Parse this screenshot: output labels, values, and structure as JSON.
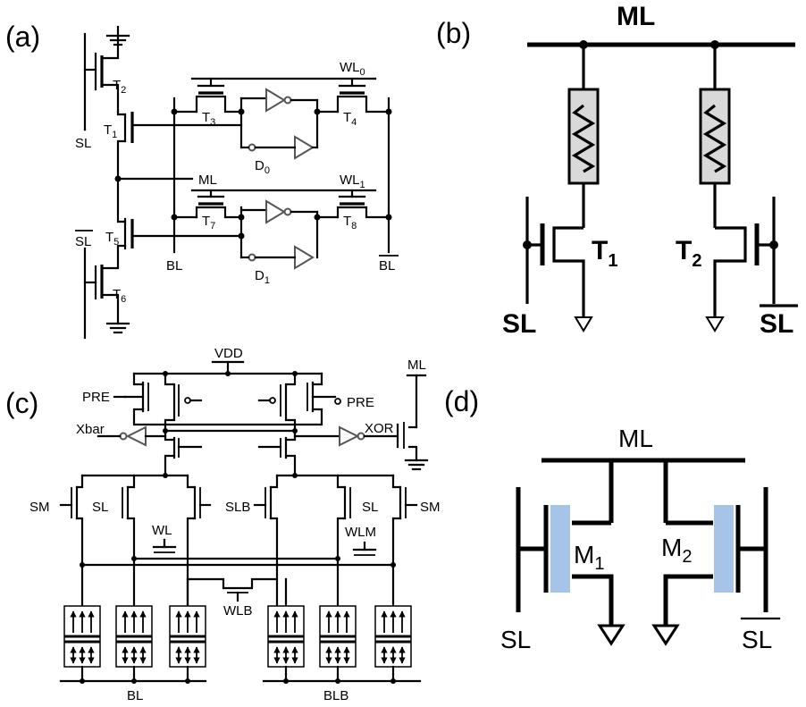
{
  "colors": {
    "ink": "#000000",
    "resistor_fill": "#d9d9d9",
    "memristor_fill": "#a6c4e8",
    "inverter_gray": "#555555"
  },
  "panels": {
    "a": {
      "label": "(a)",
      "labels": {
        "sl": "SL",
        "slbar": "SL",
        "t1": "T",
        "t1s": "1",
        "t2": "T",
        "t2s": "2",
        "t3": "T",
        "t3s": "3",
        "t4": "T",
        "t4s": "4",
        "t5": "T",
        "t5s": "5",
        "t6": "T",
        "t6s": "6",
        "t7": "T",
        "t7s": "7",
        "t8": "T",
        "t8s": "8",
        "d0": "D",
        "d0s": "0",
        "d1": "D",
        "d1s": "1",
        "wl0": "WL",
        "wl0s": "0",
        "wl1": "WL",
        "wl1s": "1",
        "ml": "ML",
        "bl": "BL",
        "blbar": "BL"
      }
    },
    "b": {
      "label": "(b)",
      "labels": {
        "ml": "ML",
        "t1": "T",
        "t1s": "1",
        "t2": "T",
        "t2s": "2",
        "sl": "SL",
        "slbar": "SL"
      }
    },
    "c": {
      "label": "(c)",
      "labels": {
        "vdd": "VDD",
        "ml": "ML",
        "pre_l": "PRE",
        "pre_r": "PRE",
        "xbar": "Xbar",
        "xor": "XOR",
        "sm_l": "SM",
        "sl_l": "SL",
        "wl": "WL",
        "slb": "SLB",
        "sl_r": "SL",
        "sm_r": "SM",
        "wlm": "WLM",
        "wlb": "WLB",
        "bl": "BL",
        "blb": "BLB"
      }
    },
    "d": {
      "label": "(d)",
      "labels": {
        "ml": "ML",
        "m1": "M",
        "m1s": "1",
        "m2": "M",
        "m2s": "2",
        "sl": "SL",
        "slbar": "SL"
      }
    }
  }
}
